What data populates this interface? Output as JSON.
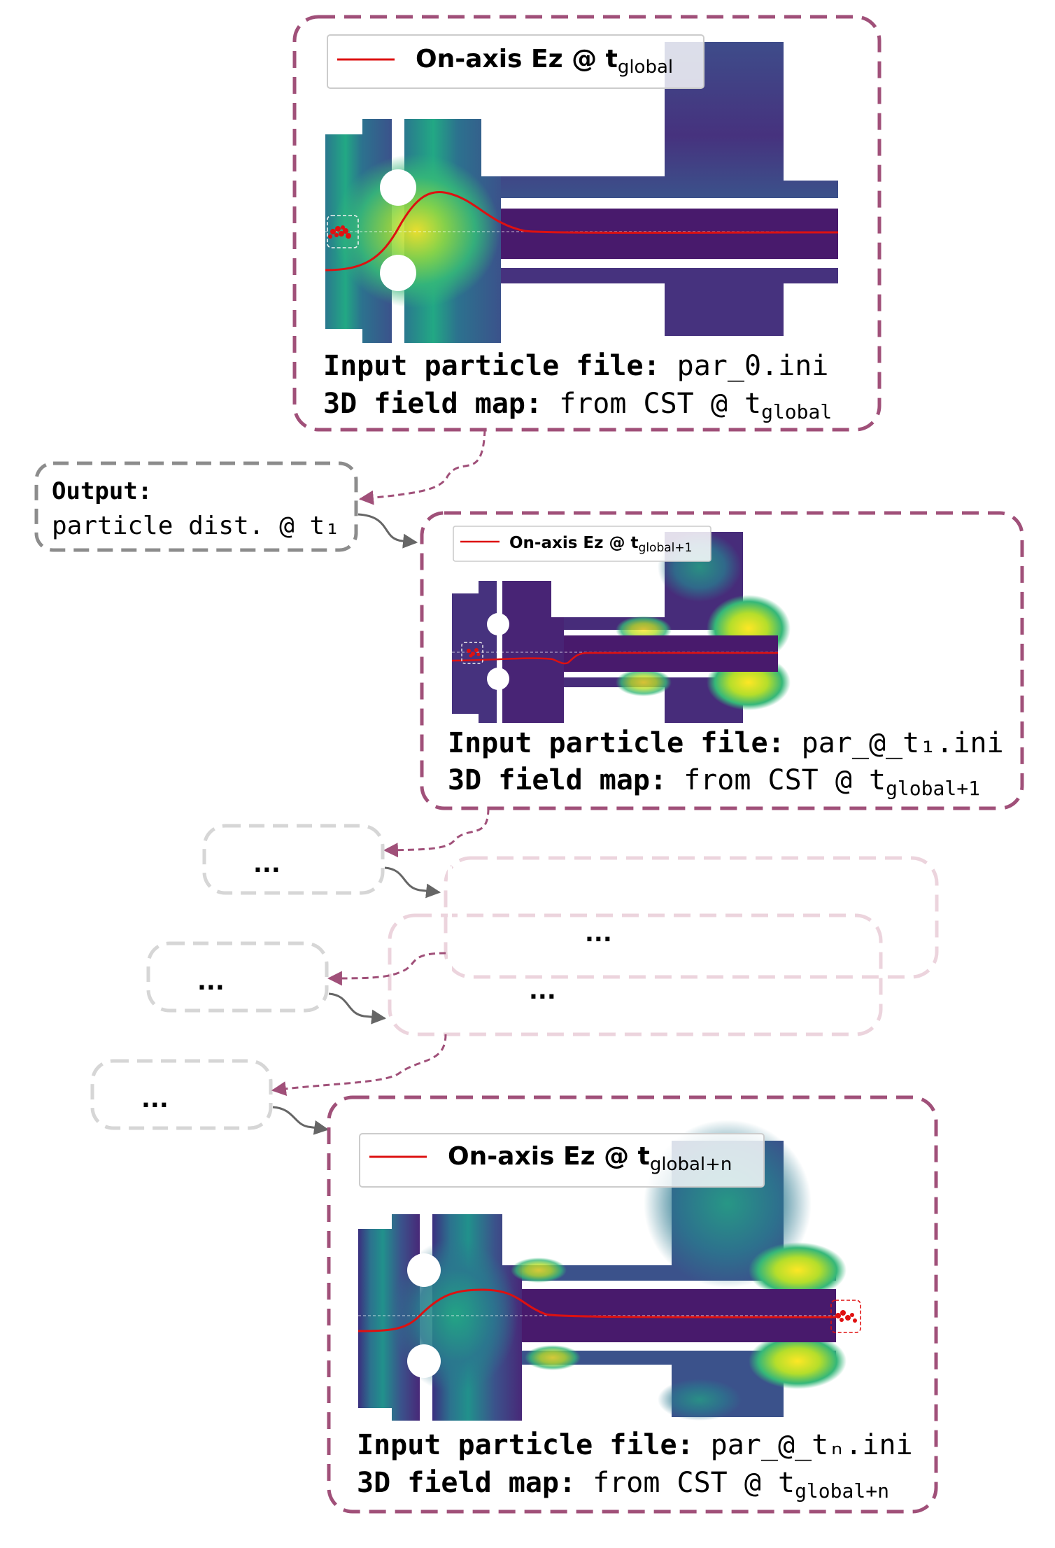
{
  "panels": [
    {
      "legend_label": "On-axis Ez @ t",
      "legend_sub": "global",
      "input_label": "Input particle file:",
      "input_value": "par_0.ini",
      "field_label": "3D field map:",
      "field_value": "from CST @ t",
      "field_sub": "global"
    },
    {
      "legend_label": "On-axis Ez @ t",
      "legend_sub": "global+1",
      "input_label": "Input particle file:",
      "input_value": "par_@_t₁.ini",
      "field_label": "3D field map:",
      "field_value": "from CST @ t",
      "field_sub": "global+1"
    },
    {
      "legend_label": "On-axis Ez @ t",
      "legend_sub": "global+n",
      "input_label": "Input particle file:",
      "input_value": "par_@_tₙ.ini",
      "field_label": "3D field map:",
      "field_value": "from CST @ t",
      "field_sub": "global+n"
    }
  ],
  "output_box": {
    "title": "Output:",
    "text": "particle dist. @ t₁"
  },
  "ellipsis": "...",
  "colors": {
    "panel_border": "#a05079",
    "panel_faded": "#ecd4dd",
    "output_border": "#8c8c8c",
    "output_faded": "#d6d6d6",
    "flow_arrow": "#6b6b6b",
    "trace": "#dd1111",
    "particles": "#e01010",
    "field_low": "#440154",
    "field_mid": "#21918c",
    "field_high": "#fde725"
  }
}
